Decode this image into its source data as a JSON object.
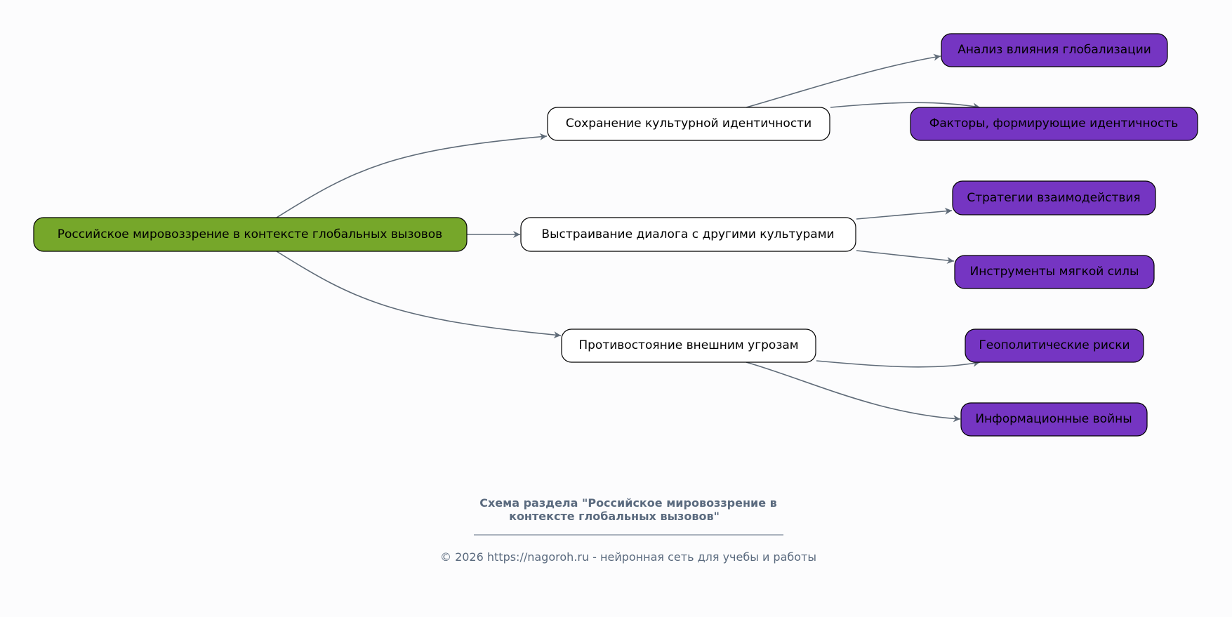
{
  "colors": {
    "root": "#76a72a",
    "leaf": "#7535c2",
    "mid": "#ffffff",
    "edge": "#5f6b78",
    "footer": "#5a6a7e"
  },
  "root": {
    "label": "Российское мировоззрение в контексте глобальных вызовов"
  },
  "branches": [
    {
      "label": "Сохранение культурной идентичности",
      "children": [
        "Анализ влияния глобализации",
        "Факторы, формирующие идентичность"
      ]
    },
    {
      "label": "Выстраивание диалога с другими культурами",
      "children": [
        "Стратегии взаимодействия",
        "Инструменты мягкой силы"
      ]
    },
    {
      "label": "Противостояние внешним угрозам",
      "children": [
        "Геополитические риски",
        "Информационные войны"
      ]
    }
  ],
  "footer": {
    "title_line1": "Схема раздела \"Российское мировоззрение в",
    "title_line2": "контексте глобальных вызовов\"",
    "copyright": "© 2026 https://nagoroh.ru - нейронная сеть для учебы и работы"
  }
}
